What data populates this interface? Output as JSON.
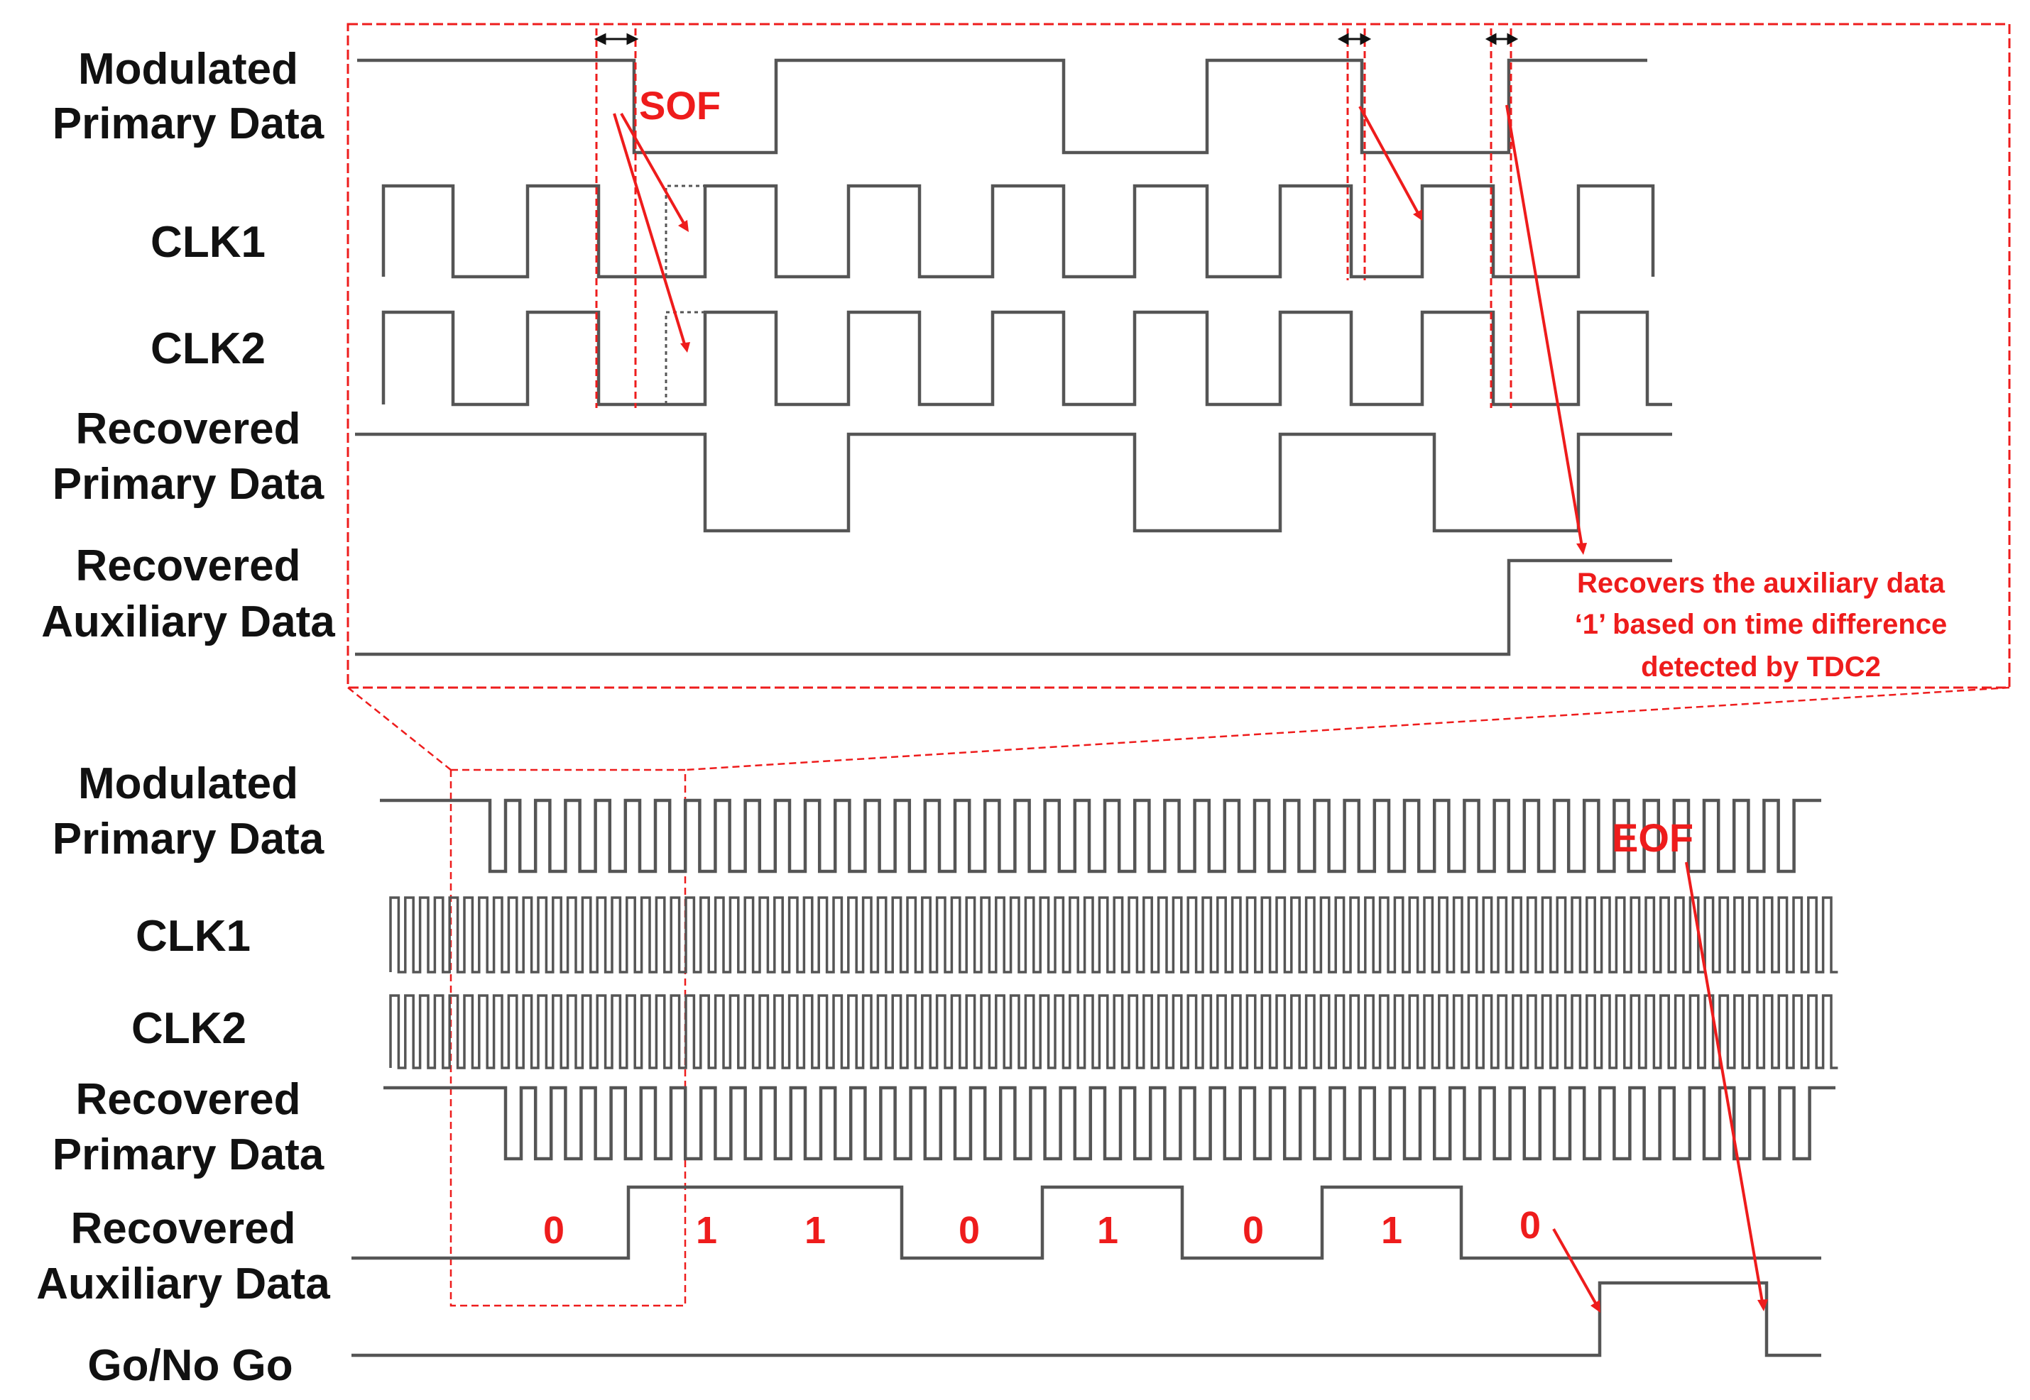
{
  "top_panel": {
    "signals": [
      {
        "id": "mod",
        "lines": [
          "Modulated",
          "Primary Data"
        ]
      },
      {
        "id": "clk1",
        "lines": [
          "CLK1"
        ]
      },
      {
        "id": "clk2",
        "lines": [
          "CLK2"
        ]
      },
      {
        "id": "rpd",
        "lines": [
          "Recovered",
          "Primary Data"
        ]
      },
      {
        "id": "rad",
        "lines": [
          "Recovered",
          "Auxiliary Data"
        ]
      }
    ],
    "sof_label": "SOF",
    "note": [
      "Recovers the auxiliary data",
      "‘1’ based on time difference",
      "detected by TDC2"
    ]
  },
  "bottom_panel": {
    "signals": [
      {
        "id": "mod",
        "lines": [
          "Modulated",
          "Primary Data"
        ]
      },
      {
        "id": "clk1",
        "lines": [
          "CLK1"
        ]
      },
      {
        "id": "clk2",
        "lines": [
          "CLK2"
        ]
      },
      {
        "id": "rpd",
        "lines": [
          "Recovered",
          "Primary Data"
        ]
      },
      {
        "id": "rad",
        "lines": [
          "Recovered",
          "Auxiliary Data"
        ]
      },
      {
        "id": "go",
        "lines": [
          "Go/No Go"
        ]
      }
    ],
    "eof_label": "EOF",
    "aux_bits": [
      "0",
      "1",
      "1",
      "0",
      "1",
      "0",
      "1",
      "0"
    ]
  },
  "colors": {
    "wave": "#555555",
    "annotation": "#ee1c1c",
    "label": "#111111"
  }
}
